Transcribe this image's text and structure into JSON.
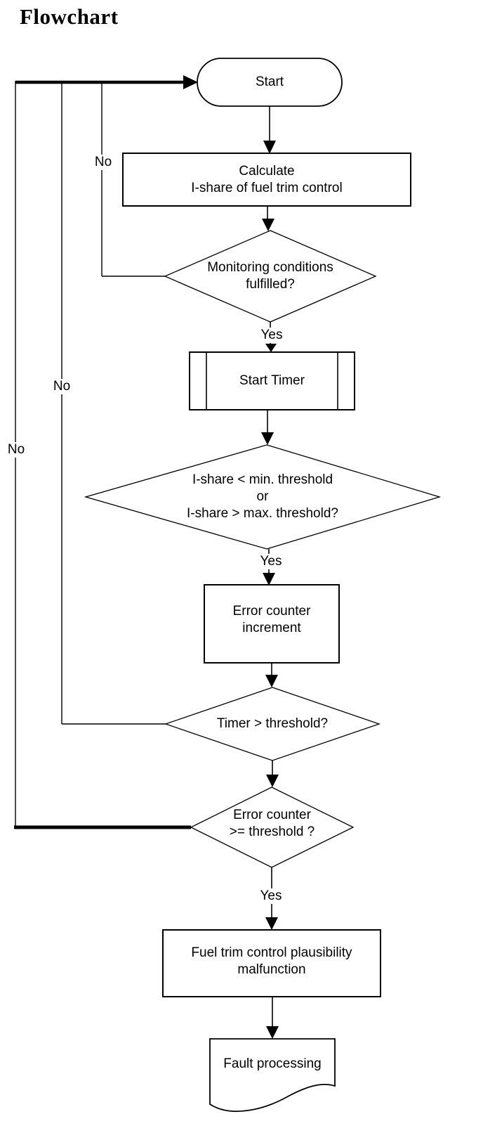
{
  "page": {
    "title": "Flowchart",
    "background": "#ffffff",
    "line_color": "#000000"
  },
  "nodes": {
    "start": {
      "type": "terminator",
      "label": "Start"
    },
    "calculate": {
      "type": "process",
      "line1": "Calculate",
      "line2": "I-share of fuel trim control"
    },
    "monitoring": {
      "type": "decision",
      "line1": "Monitoring conditions",
      "line2": "fulfilled?"
    },
    "start_timer": {
      "type": "predefined_process",
      "label": "Start Timer"
    },
    "ishare_check": {
      "type": "decision",
      "line1": "I-share < min. threshold",
      "line2": "or",
      "line3": "I-share > max. threshold?"
    },
    "error_counter_increment": {
      "type": "process",
      "line1": "Error counter",
      "line2": "increment"
    },
    "timer_check": {
      "type": "decision",
      "label": "Timer > threshold?"
    },
    "error_counter_check": {
      "type": "decision",
      "line1": "Error counter",
      "line2": ">= threshold ?"
    },
    "malfunction": {
      "type": "process",
      "line1": "Fuel trim control plausibility",
      "line2": "malfunction"
    },
    "fault_processing": {
      "type": "document",
      "label": "Fault processing"
    }
  },
  "edge_labels": {
    "yes": "Yes",
    "no": "No"
  }
}
